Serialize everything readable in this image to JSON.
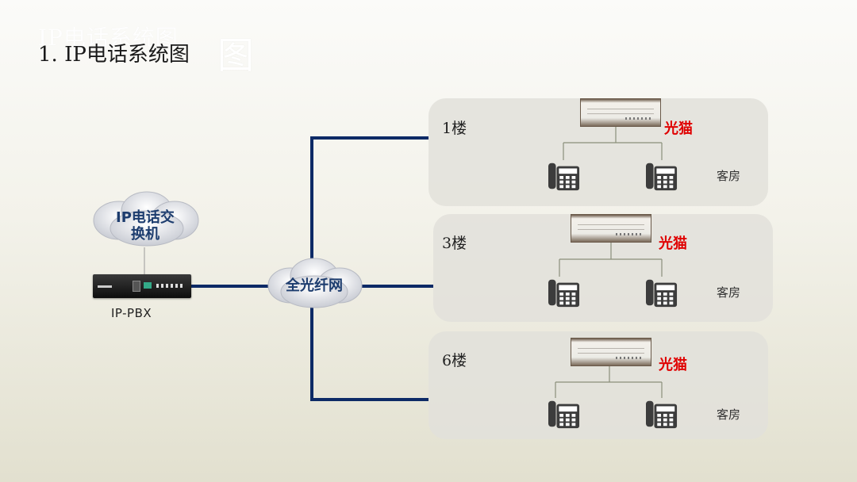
{
  "slide": {
    "ghost_title": "IP电话系统图",
    "ghost_char": "图",
    "title": "1. IP电话系统图"
  },
  "pbx": {
    "cloud_line1": "IP电话交",
    "cloud_line2": "换机",
    "device_label": "IP-PBX"
  },
  "network": {
    "cloud_label": "全光纤网"
  },
  "floors": [
    {
      "label": "1楼",
      "onu_label": "光猫",
      "room_label": "客房"
    },
    {
      "label": "3楼",
      "onu_label": "光猫",
      "room_label": "客房"
    },
    {
      "label": "6楼",
      "onu_label": "光猫",
      "room_label": "客房"
    }
  ],
  "colors": {
    "fiber_line": "#0d2a66",
    "onu_label": "#e00000",
    "cloud_text": "#1c3c6e"
  }
}
